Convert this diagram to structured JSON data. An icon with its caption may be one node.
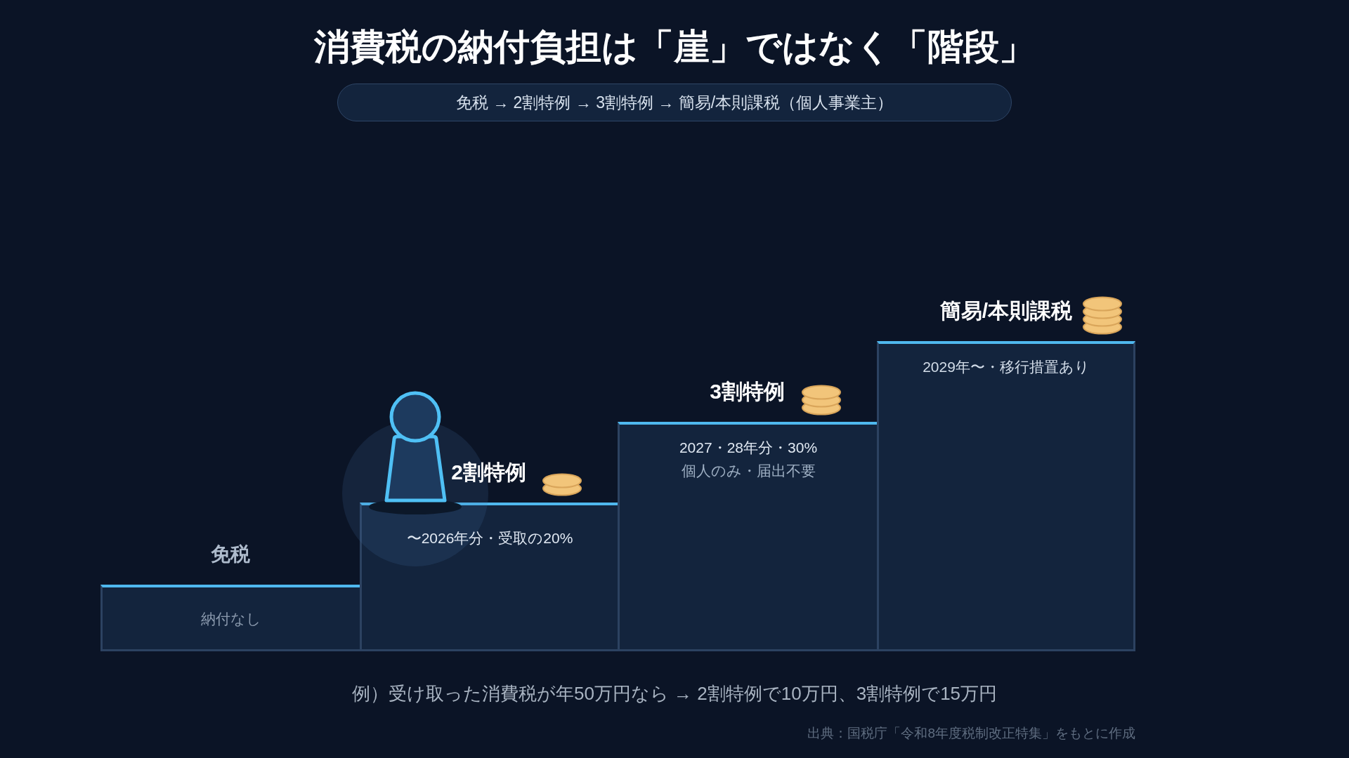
{
  "diagram": {
    "title": "消費税の納付負担は「崖」ではなく「階段」",
    "nodes": [
      {
        "text": [
          "免税 → 2割特例 → 3割特例 → 簡易/本則課税（個人事業主）"
        ]
      },
      {
        "text": [
          "免税",
          "納付なし"
        ]
      },
      {
        "text": [
          "2割特例",
          "〜2026年分・受取の20%"
        ]
      },
      {
        "text": [
          "3割特例",
          "2027・28年分・30%",
          "個人のみ・届出不要"
        ]
      },
      {
        "text": [
          "簡易/本則課税",
          "2029年〜・移行措置あり"
        ]
      }
    ],
    "labels": [
      "例）受け取った消費税が年50万円なら → 2割特例で10万円、3割特例で15万円",
      "出典：国税庁「令和8年度税制改正特集」をもとに作成"
    ]
  }
}
